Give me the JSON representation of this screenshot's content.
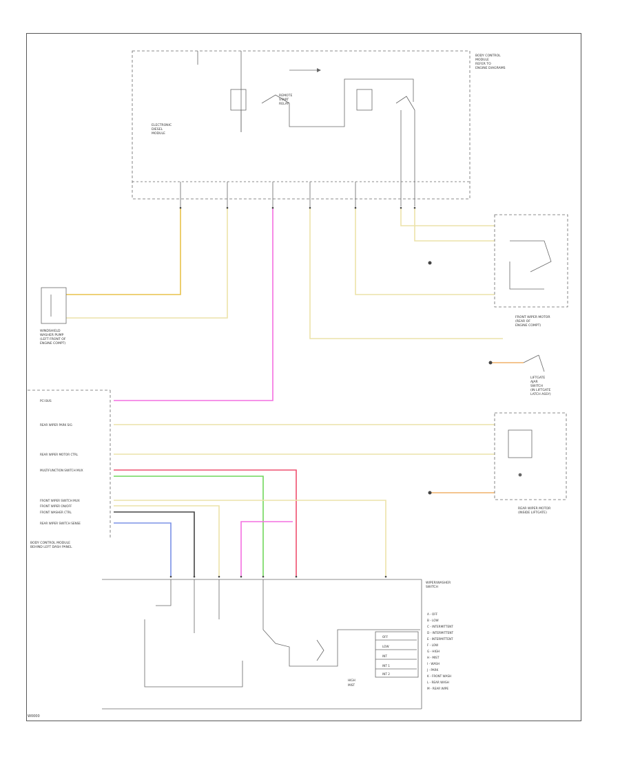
{
  "diagram": {
    "code_label": "W0000",
    "components": {
      "hood_module": {
        "name": [
          "ELECTRONIC",
          "DIESEL",
          "MODULE"
        ],
        "note": [
          "BODY CONTROL",
          "MODULE",
          "REFER TO",
          "ENGINE DIAGRAMS"
        ]
      },
      "remote_start": {
        "name": [
          "REMOTE",
          "START",
          "RELAY"
        ]
      },
      "bcm": {
        "name": [
          "BODY CONTROL MODULE",
          "BEHIND LEFT DASH PANEL"
        ]
      },
      "washer_pump": {
        "name": [
          "WINDSHIELD",
          "WASHER PUMP",
          "(LEFT FRONT OF",
          "ENGINE COMPT)"
        ]
      },
      "front_wiper_motor": {
        "name": [
          "FRONT WIPER MOTOR",
          "(REAR OF",
          "ENGINE COMPT)"
        ]
      },
      "rear_wiper_motor": {
        "name": [
          "REAR WIPER MOTOR",
          "(INSIDE LIFTGATE)"
        ]
      },
      "wiper_switch": {
        "name": [
          "WIPER/WASHER",
          "SWITCH"
        ]
      },
      "liftgate_switch": {
        "name": [
          "LIFTGATE",
          "AJAR",
          "SWITCH",
          "(IN LIFTGATE",
          "LATCH ASSY)"
        ]
      }
    },
    "switch_positions": [
      "OFF",
      "LOW",
      "INT",
      "INT 1",
      "INT 2",
      "HIGH",
      "MIST"
    ],
    "legend": [
      "A - OFF",
      "B - LOW",
      "C - INTERMITTENT",
      "D - INTERMITTENT",
      "E - INTERMITTENT",
      "F - LOW",
      "G - HIGH",
      "H - MIST",
      "I - WASH",
      "J - PARK",
      "K - FRONT WASH",
      "L - REAR WASH",
      "M - REAR WIPE"
    ],
    "bcm_pins": [
      "PCI BUS",
      "REAR WIPER PARK SIG",
      "REAR WIPER MOTOR CTRL",
      "MULTIFUNCTION SWITCH MUX",
      "FRONT WIPER SWITCH MUX",
      "FRONT WIPER ON/OFF",
      "FRONT WASHER CTRL",
      "REAR WIPER SWITCH SENSE"
    ],
    "wire_colors": {
      "yellow": "#e8c24a",
      "light_yellow": "#ece2a8",
      "pink": "#f46ee0",
      "red": "#ee4e6e",
      "green": "#6fd65a",
      "blue": "#7a90e6",
      "orange": "#f1b069",
      "gray": "#444444"
    }
  }
}
